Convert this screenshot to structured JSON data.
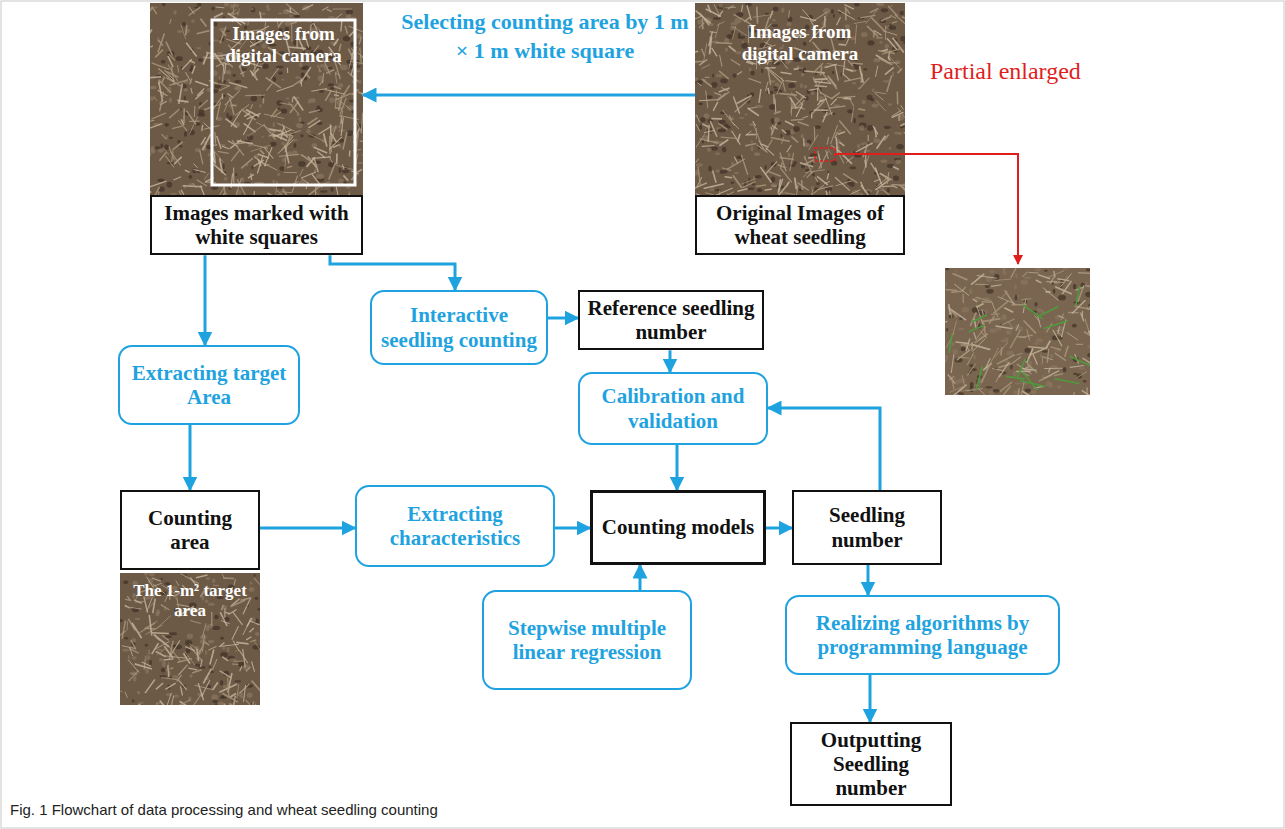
{
  "diagram": {
    "caption": "Fig. 1 Flowchart of data processing and wheat seedling counting",
    "nodes": [
      {
        "text": [
          "Images from digital camera"
        ]
      },
      {
        "text": [
          "Images marked with white squares"
        ]
      },
      {
        "text": [
          "Images from digital camera"
        ]
      },
      {
        "text": [
          "Original Images of wheat seedling"
        ]
      },
      {
        "text": [
          "Interactive seedling counting"
        ]
      },
      {
        "text": [
          "Reference seedling number"
        ]
      },
      {
        "text": [
          "Extracting target Area"
        ]
      },
      {
        "text": [
          "Calibration and validation"
        ]
      },
      {
        "text": [
          "Counting area"
        ]
      },
      {
        "text": [
          "The 1-m² target area"
        ]
      },
      {
        "text": [
          "Extracting characteristics"
        ]
      },
      {
        "text": [
          "Counting models"
        ]
      },
      {
        "text": [
          "Seedling number"
        ]
      },
      {
        "text": [
          "Stepwise multiple linear regression"
        ]
      },
      {
        "text": [
          "Realizing algorithms by programming language"
        ]
      },
      {
        "text": [
          "Outputting Seedling number"
        ]
      }
    ],
    "edges": [
      {
        "from": 2,
        "to": 0,
        "arrow": "to",
        "label": "Selecting counting area by 1 m × 1 m white square"
      },
      {
        "from": 1,
        "to": 6,
        "arrow": "to"
      },
      {
        "from": 1,
        "to": 4,
        "arrow": "to"
      },
      {
        "from": 4,
        "to": 5,
        "arrow": "to"
      },
      {
        "from": 5,
        "to": 7,
        "arrow": "to"
      },
      {
        "from": 7,
        "to": 11,
        "arrow": "to"
      },
      {
        "from": 12,
        "to": 7,
        "arrow": "to"
      },
      {
        "from": 6,
        "to": 8,
        "arrow": "to"
      },
      {
        "from": 8,
        "to": 10,
        "arrow": "to"
      },
      {
        "from": 10,
        "to": 11,
        "arrow": "to"
      },
      {
        "from": 13,
        "to": 11,
        "arrow": "to"
      },
      {
        "from": 11,
        "to": 12,
        "arrow": "to"
      },
      {
        "from": 12,
        "to": 14,
        "arrow": "to"
      },
      {
        "from": 14,
        "to": 15,
        "arrow": "to"
      }
    ],
    "labels": [
      "Partial enlarged"
    ]
  }
}
